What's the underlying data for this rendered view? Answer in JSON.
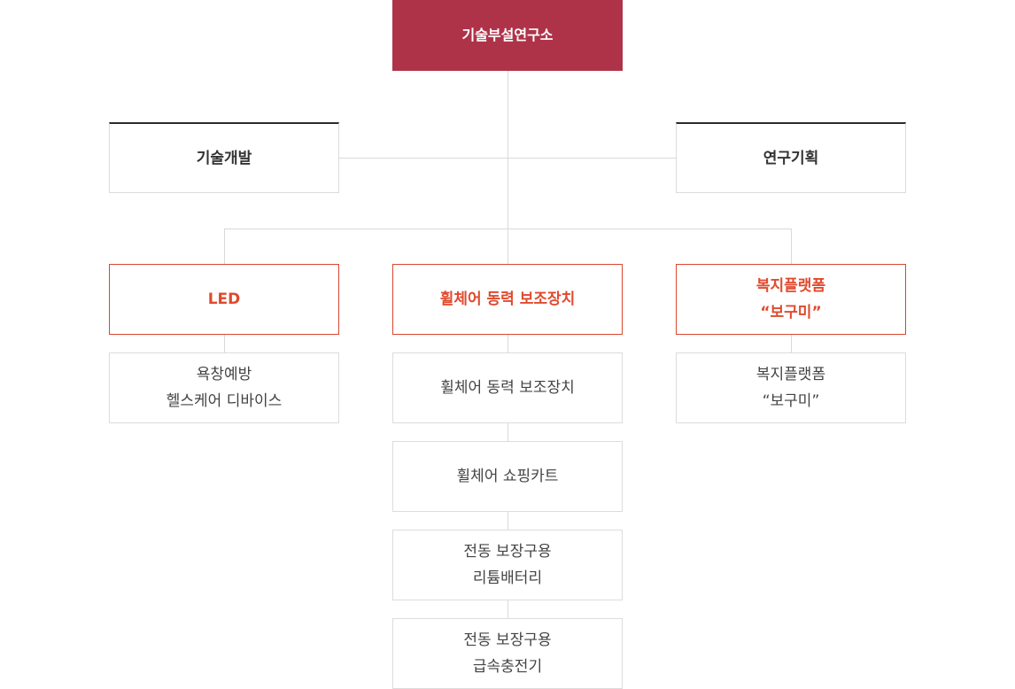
{
  "org_chart": {
    "root": {
      "label": "기술부설연구소"
    },
    "divisions": [
      {
        "label": "기술개발"
      },
      {
        "label": "연구기획"
      }
    ],
    "departments": [
      {
        "label": "LED",
        "items": [
          {
            "label": "욕창예방\n헬스케어 디바이스"
          }
        ]
      },
      {
        "label": "휠체어 동력 보조장치",
        "items": [
          {
            "label": "휠체어 동력 보조장치"
          },
          {
            "label": "휠체어 쇼핑카트"
          },
          {
            "label": "전동 보장구용\n리튬배터리"
          },
          {
            "label": "전동 보장구용\n급속충전기"
          }
        ]
      },
      {
        "label": "복지플랫폼\n“보구미”",
        "items": [
          {
            "label": "복지플랫폼\n“보구미”"
          }
        ]
      }
    ]
  },
  "colors": {
    "root_bg": "#ae3349",
    "department_accent": "#e04a2e",
    "division_top_border": "#2b2b2b",
    "connector": "#d9d9d9"
  }
}
